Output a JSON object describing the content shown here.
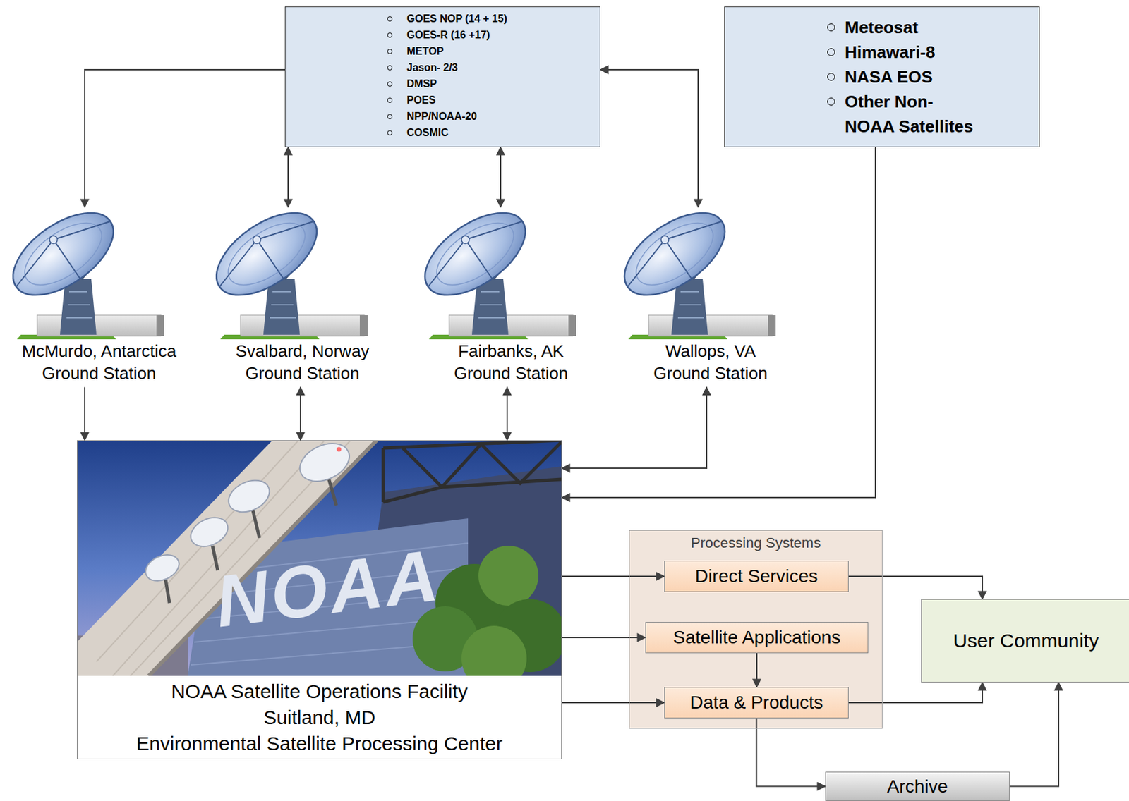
{
  "diagram": {
    "nodes": [
      {
        "text": [
          "GOES NOP (14 + 15)",
          "GOES-R (16 +17)",
          "METOP",
          "Jason- 2/3",
          "DMSP",
          "POES",
          "NPP/NOAA-20",
          "COSMIC"
        ]
      },
      {
        "text": [
          "Meteosat",
          "Himawari-8",
          "NASA EOS",
          "Other Non- NOAA Satellites"
        ]
      },
      {
        "text": [
          "McMurdo, Antarctica Ground Station"
        ]
      },
      {
        "text": [
          "Svalbard, Norway Ground Station"
        ]
      },
      {
        "text": [
          "Fairbanks, AK Ground Station"
        ]
      },
      {
        "text": [
          "Wallops, VA Ground Station"
        ]
      },
      {
        "text": [
          "NOAA Satellite Operations Facility",
          "Suitland, MD",
          "Environmental Satellite Processing Center"
        ]
      },
      {
        "text": [
          "Processing Systems"
        ]
      },
      {
        "text": [
          "Direct Services"
        ],
        "in": 7
      },
      {
        "text": [
          "Satellite Applications"
        ],
        "in": 7
      },
      {
        "text": [
          "Data & Products"
        ],
        "in": 7
      },
      {
        "text": [
          "User Community"
        ]
      },
      {
        "text": [
          "Archive"
        ]
      }
    ],
    "edges": [
      {
        "from": 0,
        "to": 2,
        "arrow": "to"
      },
      {
        "from": 0,
        "to": 3,
        "arrow": "both"
      },
      {
        "from": 0,
        "to": 4,
        "arrow": "both"
      },
      {
        "from": 0,
        "to": 5,
        "arrow": "both"
      },
      {
        "from": 2,
        "to": 6,
        "arrow": "to"
      },
      {
        "from": 3,
        "to": 6,
        "arrow": "both"
      },
      {
        "from": 4,
        "to": 6,
        "arrow": "both"
      },
      {
        "from": 5,
        "to": 6,
        "arrow": "both"
      },
      {
        "from": 1,
        "to": 6,
        "arrow": "to"
      },
      {
        "from": 6,
        "to": 8,
        "arrow": "to"
      },
      {
        "from": 6,
        "to": 9,
        "arrow": "to"
      },
      {
        "from": 6,
        "to": 10,
        "arrow": "to"
      },
      {
        "from": 9,
        "to": 10,
        "arrow": "to"
      },
      {
        "from": 8,
        "to": 11,
        "arrow": "to"
      },
      {
        "from": 10,
        "to": 11,
        "arrow": "to"
      },
      {
        "from": 10,
        "to": 12,
        "arrow": "to"
      },
      {
        "from": 12,
        "to": 11,
        "arrow": "to"
      }
    ],
    "labels": [
      "NOAA"
    ]
  }
}
